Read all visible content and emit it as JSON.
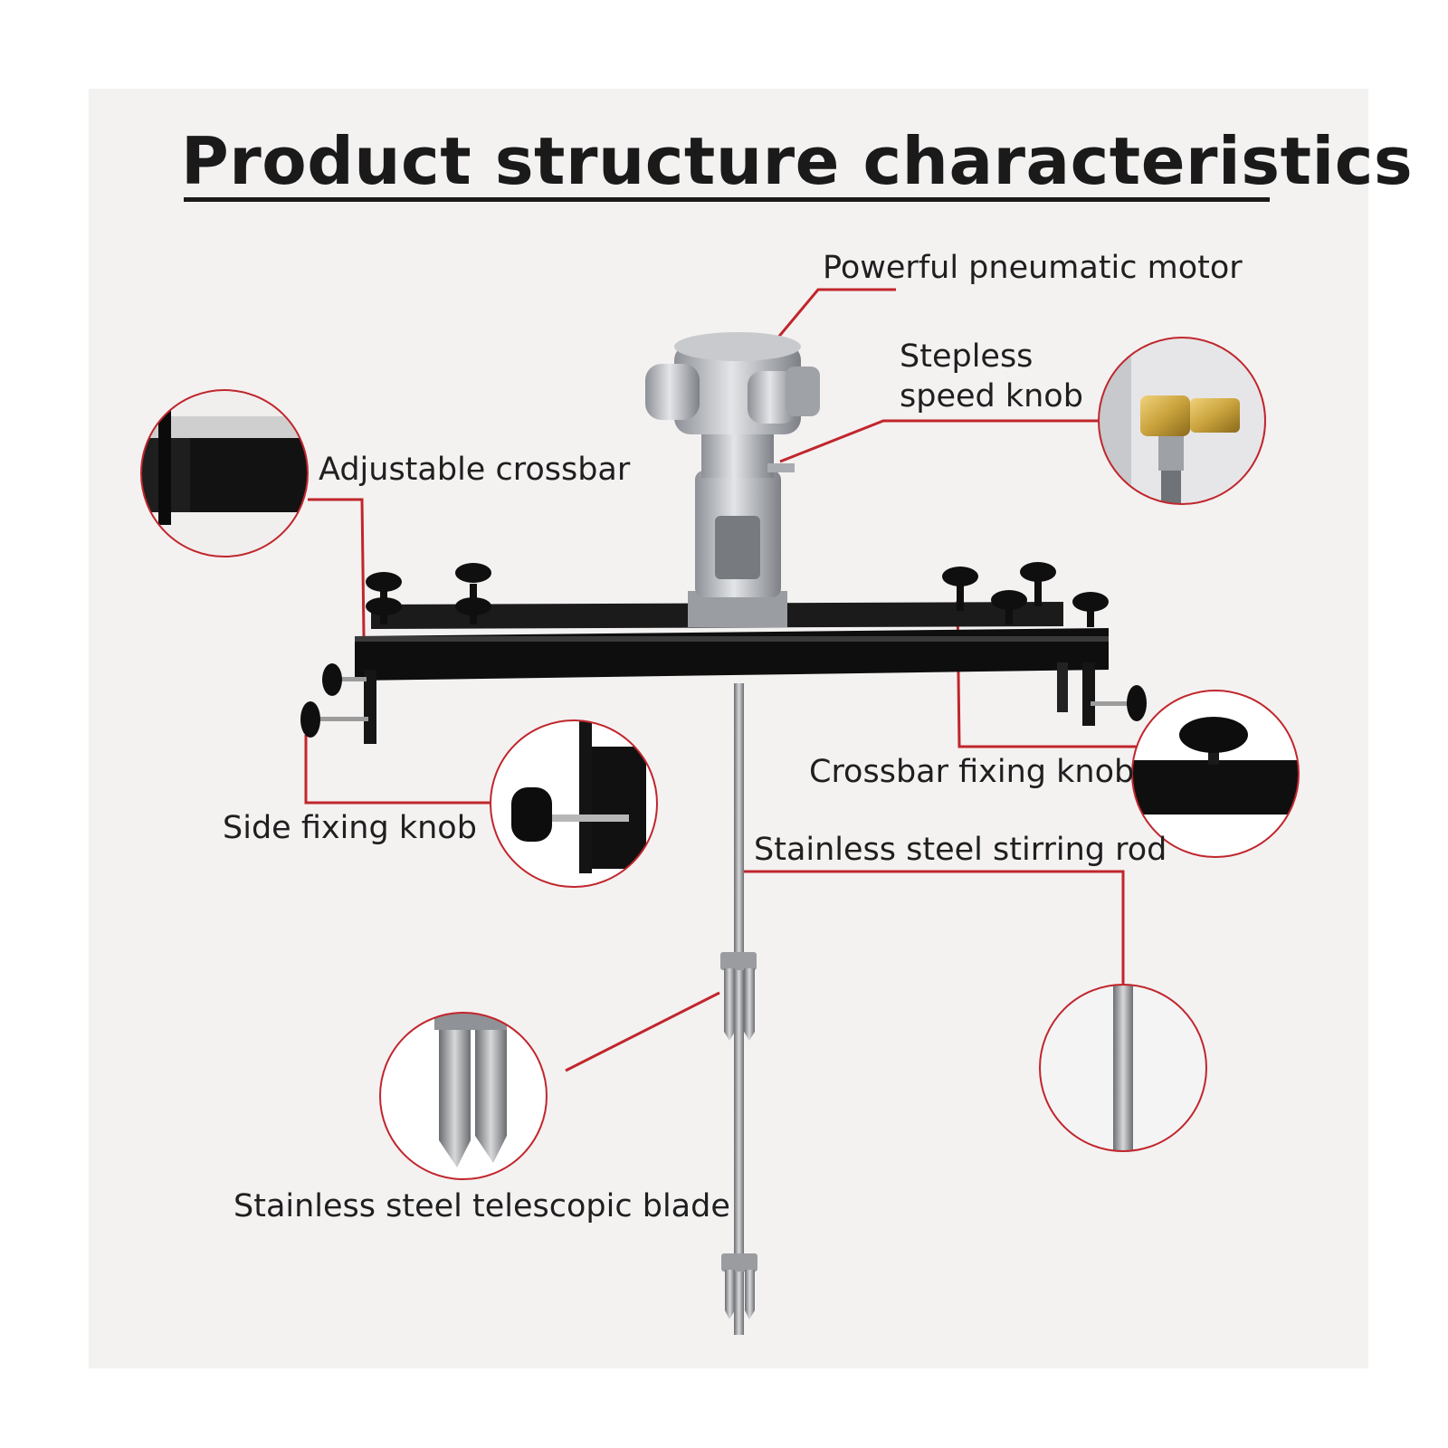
{
  "title": "Product structure characteristics",
  "callouts": {
    "motor": "Powerful pneumatic motor",
    "knob_line1": "Stepless",
    "knob_line2": "speed knob",
    "crossbar": "Adjustable crossbar",
    "crossbar_knob": "Crossbar fixing knob",
    "side_knob": "Side fixing knob",
    "rod": "Stainless steel stirring rod",
    "blade": "Stainless steel telescopic blade"
  },
  "colors": {
    "background": "#ffffff",
    "panel": "#f4f1f1",
    "leader_line": "#c0262c",
    "title_text": "#1a1a1a",
    "crossbar": "#111111",
    "motor_metal": "#b9bcc1",
    "brass": "#c9a23c"
  },
  "icons": [
    "pneumatic-motor-icon",
    "crossbar-icon",
    "stirring-rod-icon",
    "telescopic-blade-icon",
    "knob-icon"
  ]
}
